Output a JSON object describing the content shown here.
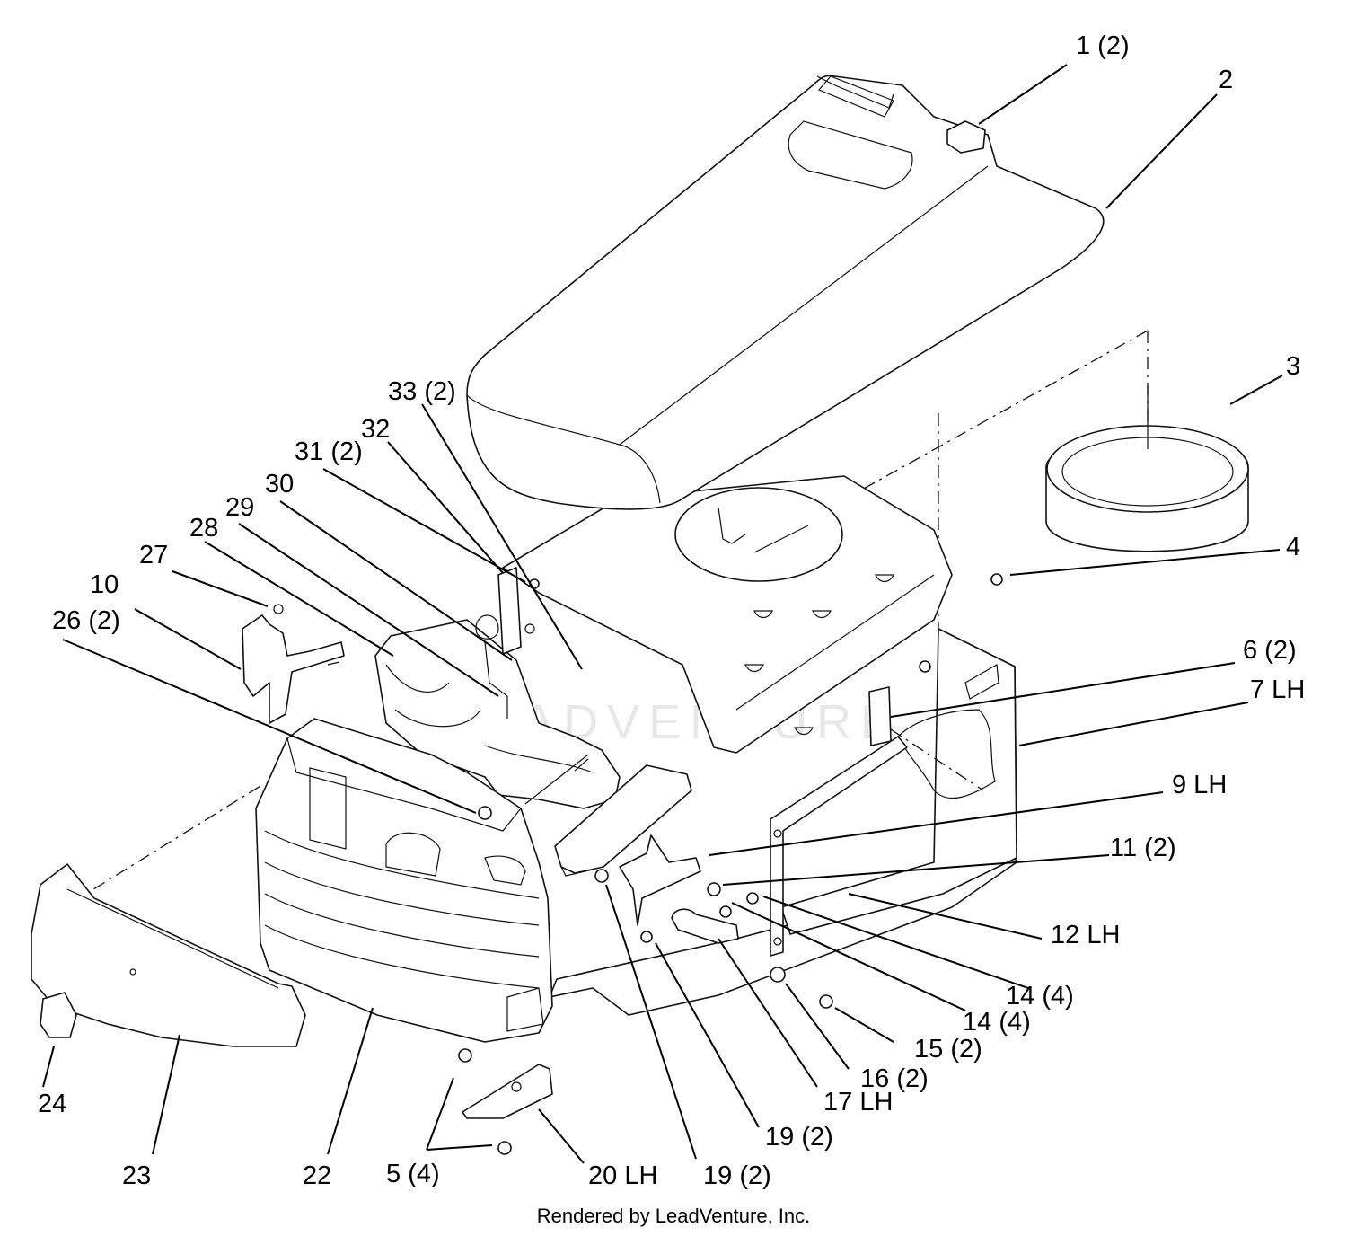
{
  "callouts": [
    {
      "id": "c1",
      "text": "1 (2)"
    },
    {
      "id": "c2",
      "text": "2"
    },
    {
      "id": "c3",
      "text": "3"
    },
    {
      "id": "c4",
      "text": "4"
    },
    {
      "id": "c6",
      "text": "6 (2)"
    },
    {
      "id": "c7",
      "text": "7 LH"
    },
    {
      "id": "c9",
      "text": "9 LH"
    },
    {
      "id": "c11",
      "text": "11 (2)"
    },
    {
      "id": "c12",
      "text": "12 LH"
    },
    {
      "id": "c14a",
      "text": "14 (4)"
    },
    {
      "id": "c14b",
      "text": "14 (4)"
    },
    {
      "id": "c15",
      "text": "15 (2)"
    },
    {
      "id": "c16",
      "text": "16 (2)"
    },
    {
      "id": "c17",
      "text": "17 LH"
    },
    {
      "id": "c19a",
      "text": "19 (2)"
    },
    {
      "id": "c19b",
      "text": "19 (2)"
    },
    {
      "id": "c20",
      "text": "20 LH"
    },
    {
      "id": "c5",
      "text": "5 (4)"
    },
    {
      "id": "c22",
      "text": "22"
    },
    {
      "id": "c23",
      "text": "23"
    },
    {
      "id": "c24",
      "text": "24"
    },
    {
      "id": "c26",
      "text": "26 (2)"
    },
    {
      "id": "c10",
      "text": "10"
    },
    {
      "id": "c27",
      "text": "27"
    },
    {
      "id": "c28",
      "text": "28"
    },
    {
      "id": "c29",
      "text": "29"
    },
    {
      "id": "c30",
      "text": "30"
    },
    {
      "id": "c31",
      "text": "31 (2)"
    },
    {
      "id": "c32",
      "text": "32"
    },
    {
      "id": "c33",
      "text": "33 (2)"
    }
  ],
  "watermark": "LEADVENTURE",
  "footer": "Rendered by LeadVenture, Inc."
}
